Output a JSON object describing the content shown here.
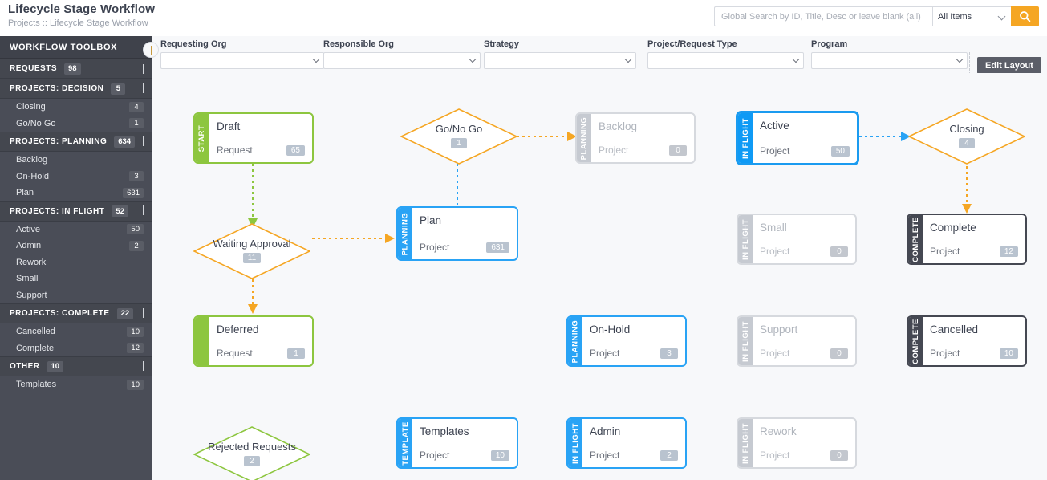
{
  "header": {
    "title": "Lifecycle Stage Workflow",
    "breadcrumb": "Projects :: Lifecycle Stage Workflow",
    "search": {
      "placeholder": "Global Search by ID, Title, Desc or leave blank (all)",
      "value": "",
      "scope_selected": "All Items",
      "scope_options": [
        "All Items"
      ],
      "button_icon": "search-icon",
      "accent_color": "#f5a623"
    }
  },
  "sidebar": {
    "title": "WORKFLOW TOOLBOX",
    "groups": [
      {
        "label": "REQUESTS",
        "count": "98",
        "expanded": false,
        "chevron": "chevron-down-icon",
        "items": []
      },
      {
        "label": "PROJECTS: DECISION",
        "count": "5",
        "expanded": true,
        "chevron": "chevron-up-icon",
        "items": [
          {
            "label": "Closing",
            "count": "4"
          },
          {
            "label": "Go/No Go",
            "count": "1"
          }
        ]
      },
      {
        "label": "PROJECTS: PLANNING",
        "count": "634",
        "expanded": true,
        "chevron": "chevron-up-icon",
        "items": [
          {
            "label": "Backlog",
            "count": ""
          },
          {
            "label": "On-Hold",
            "count": "3"
          },
          {
            "label": "Plan",
            "count": "631"
          }
        ]
      },
      {
        "label": "PROJECTS: IN FLIGHT",
        "count": "52",
        "expanded": true,
        "chevron": "chevron-up-icon",
        "items": [
          {
            "label": "Active",
            "count": "50"
          },
          {
            "label": "Admin",
            "count": "2"
          },
          {
            "label": "Rework",
            "count": ""
          },
          {
            "label": "Small",
            "count": ""
          },
          {
            "label": "Support",
            "count": ""
          }
        ]
      },
      {
        "label": "PROJECTS: COMPLETE",
        "count": "22",
        "expanded": true,
        "chevron": "chevron-up-icon",
        "items": [
          {
            "label": "Cancelled",
            "count": "10"
          },
          {
            "label": "Complete",
            "count": "12"
          }
        ]
      },
      {
        "label": "OTHER",
        "count": "10",
        "expanded": true,
        "chevron": "chevron-up-icon",
        "items": [
          {
            "label": "Templates",
            "count": "10"
          }
        ]
      }
    ]
  },
  "filters": [
    {
      "label": "Requesting Org",
      "value": "",
      "options": [
        ""
      ]
    },
    {
      "label": "Responsible Org",
      "value": "",
      "options": [
        ""
      ]
    },
    {
      "label": "Strategy",
      "value": "",
      "options": [
        ""
      ]
    },
    {
      "label": "Project/Request Type",
      "value": "",
      "options": [
        ""
      ]
    },
    {
      "label": "Program",
      "value": "",
      "options": [
        ""
      ]
    }
  ],
  "toolbar": {
    "edit_layout_label": "Edit Layout"
  },
  "diagram": {
    "nodes": [
      {
        "id": "draft",
        "title": "Draft",
        "stripe": "START",
        "type": "Request",
        "count": "65",
        "variant": "v-start"
      },
      {
        "id": "plan",
        "title": "Plan",
        "stripe": "PLANNING",
        "type": "Project",
        "count": "631",
        "variant": "v-blue"
      },
      {
        "id": "backlog",
        "title": "Backlog",
        "stripe": "PLANNING",
        "type": "Project",
        "count": "0",
        "variant": "v-muted"
      },
      {
        "id": "active",
        "title": "Active",
        "stripe": "IN FLIGHT",
        "type": "Project",
        "count": "50",
        "variant": "v-blue-sel"
      },
      {
        "id": "small",
        "title": "Small",
        "stripe": "IN FLIGHT",
        "type": "Project",
        "count": "0",
        "variant": "v-muted"
      },
      {
        "id": "complete",
        "title": "Complete",
        "stripe": "COMPLETE",
        "type": "Project",
        "count": "12",
        "variant": "v-dark"
      },
      {
        "id": "deferred",
        "title": "Deferred",
        "stripe": "",
        "type": "Request",
        "count": "1",
        "variant": "v-start"
      },
      {
        "id": "onhold",
        "title": "On-Hold",
        "stripe": "PLANNING",
        "type": "Project",
        "count": "3",
        "variant": "v-blue"
      },
      {
        "id": "support",
        "title": "Support",
        "stripe": "IN FLIGHT",
        "type": "Project",
        "count": "0",
        "variant": "v-muted"
      },
      {
        "id": "cancelled",
        "title": "Cancelled",
        "stripe": "COMPLETE",
        "type": "Project",
        "count": "10",
        "variant": "v-dark"
      },
      {
        "id": "templates",
        "title": "Templates",
        "stripe": "TEMPLATE",
        "type": "Project",
        "count": "10",
        "variant": "v-blue"
      },
      {
        "id": "admin",
        "title": "Admin",
        "stripe": "IN FLIGHT",
        "type": "Project",
        "count": "2",
        "variant": "v-blue"
      },
      {
        "id": "rework",
        "title": "Rework",
        "stripe": "IN FLIGHT",
        "type": "Project",
        "count": "0",
        "variant": "v-muted"
      }
    ],
    "decisions": [
      {
        "id": "gonogo",
        "label": "Go/No Go",
        "count": "1",
        "color": "#f5a623"
      },
      {
        "id": "waiting",
        "label": "Waiting Approval",
        "count": "11",
        "color": "#f5a623"
      },
      {
        "id": "closing",
        "label": "Closing",
        "count": "4",
        "color": "#f5a623"
      },
      {
        "id": "rejected",
        "label": "Rejected Requests",
        "count": "2",
        "color": "#8dc63f"
      }
    ],
    "colors": {
      "start": "#8dc63f",
      "blue": "#29a3f5",
      "dark": "#454852",
      "muted": "#c6cad1",
      "orange": "#f5a623",
      "canvas": "#f7f8fa"
    }
  }
}
